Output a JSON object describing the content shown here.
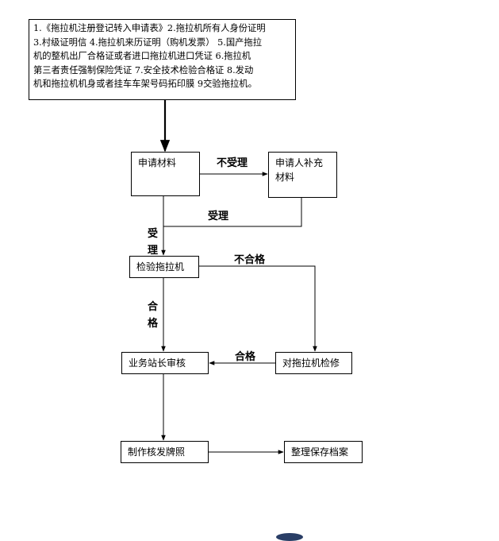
{
  "requirements": {
    "lines": [
      "1.《拖拉机注册登记转入申请表》2.拖拉机所有人身份证明",
      "3.村级证明信 4.拖拉机来历证明（购机发票） 5.国产拖拉",
      "机的整机出厂合格证或者进口拖拉机进口凭证  6.拖拉机",
      "第三者责任强制保险凭证 7.安全技术检验合格证 8.发动",
      "机和拖拉机机身或者挂车车架号码拓印膜 9交验拖拉机。"
    ]
  },
  "nodes": {
    "apply": "申请材料",
    "supplement_line1": "申请人补充",
    "supplement_line2": "材料",
    "inspect": "检验拖拉机",
    "review": "业务站长审核",
    "repair": "对拖拉机检修",
    "make_plate": "制作核发牌照",
    "archive": "整理保存档案"
  },
  "edge_labels": {
    "not_accepted": "不受理",
    "accepted_return": "受理",
    "accepted": "受理",
    "unqualified": "不合格",
    "qualified": "合格",
    "qualified_after_repair": "合格"
  }
}
